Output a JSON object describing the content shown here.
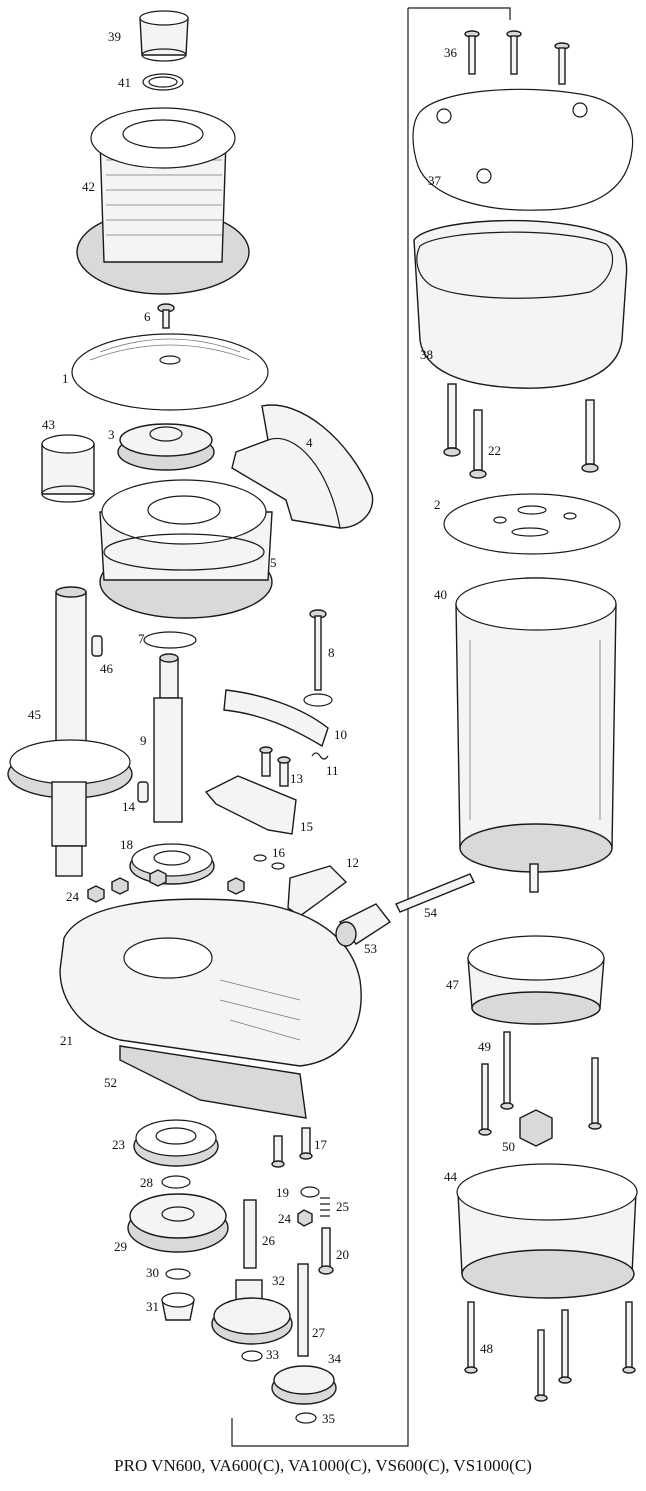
{
  "caption": "PRO VN600, VA600(C), VA1000(C), VS600(C), VS1000(C)",
  "labels": [
    "39",
    "41",
    "42",
    "6",
    "1",
    "43",
    "3",
    "4",
    "5",
    "7",
    "8",
    "46",
    "45",
    "9",
    "10",
    "11",
    "13",
    "14",
    "15",
    "18",
    "16",
    "12",
    "24",
    "21",
    "52",
    "53",
    "54",
    "23",
    "17",
    "28",
    "19",
    "25",
    "24",
    "29",
    "26",
    "20",
    "30",
    "32",
    "31",
    "27",
    "33",
    "34",
    "35",
    "36",
    "37",
    "38",
    "22",
    "2",
    "40",
    "47",
    "49",
    "50",
    "44",
    "48"
  ]
}
